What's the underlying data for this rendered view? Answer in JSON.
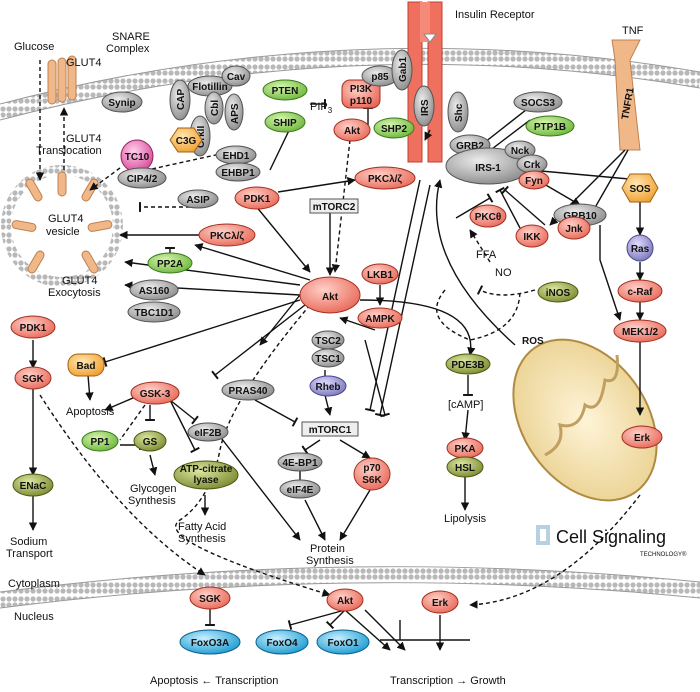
{
  "cell_labels": {
    "cytoplasm": "Cytoplasm",
    "nucleus": "Nucleus",
    "insulin_receptor": "Insulin Receptor",
    "tnf": "TNF",
    "glucose": "Glucose",
    "glut4_membrane": "GLUT4",
    "snare_complex_line1": "SNARE",
    "snare_complex_line2": "Complex",
    "glut4_translocation_line1": "GLUT4",
    "glut4_translocation_line2": "Translocation",
    "glut4_vesicle_line1": "GLUT4",
    "glut4_vesicle_line2": "vesicle",
    "glut4_exocytosis_line1": "GLUT4",
    "glut4_exocytosis_line2": "Exocytosis",
    "ros": "ROS",
    "ffa": "FFA",
    "no": "NO",
    "camp": "[cAMP]"
  },
  "logo": {
    "text": "Cell Signaling",
    "sub": "TECHNOLOGY®"
  },
  "colors": {
    "red_node": "#f08a80",
    "green_node": "#8ccf4e",
    "grey_node": "#a0a0a0",
    "olive_node": "#8d9a3c",
    "orange_node": "#f5b04a",
    "purple_node": "#8a86c4",
    "blue_node": "#38b0e0",
    "pink_node": "#e060a8",
    "receptor": "#f07060",
    "membrane": "#b8b8b8"
  },
  "nodes": {
    "synip": "Synip",
    "cap": "CAP",
    "flotillin": "Flotillin",
    "cbl": "Cbl",
    "aps": "APS",
    "cav": "Cav",
    "crkii": "CrkII",
    "c3g": "C3G",
    "tc10": "TC10",
    "cip42": "CIP4/2",
    "ehd1": "EHD1",
    "ehbp1": "EHBP1",
    "asip": "ASIP",
    "pp2a": "PP2A",
    "as160": "AS160",
    "tbc1d1": "TBC1D1",
    "pten": "PTEN",
    "ship": "SHIP",
    "pip3": "PIP",
    "pip3_sub": "3",
    "pi3k_1": "PI3K",
    "pi3k_2": "p110",
    "p85": "p85",
    "gab1": "Gab1",
    "akt_membrane": "Akt",
    "shp2": "SHP2",
    "irs_membrane": "IRS",
    "shc": "Shc",
    "socs3": "SOCS3",
    "ptp1b": "PTP1B",
    "tnfr1": "TNFR1",
    "grb2": "GRB2",
    "irs1": "IRS-1",
    "nck": "Nck",
    "crk": "Crk",
    "fyn": "Fyn",
    "sos": "SOS",
    "ras": "Ras",
    "craf": "c-Raf",
    "mek12": "MEK1/2",
    "erk": "Erk",
    "grb10": "GRB10",
    "pkc_theta": "PKCθ",
    "ikk": "IKK",
    "jnk": "Jnk",
    "inos": "iNOS",
    "pdk1": "PDK1",
    "pkc_lz_top": "PKCλ/ζ",
    "pkc_lz_left": "PKCλ/ζ",
    "mtorc2": "mTORC2",
    "akt_main": "Akt",
    "lkb1": "LKB1",
    "ampk": "AMPK",
    "tsc2": "TSC2",
    "tsc1": "TSC1",
    "rheb": "Rheb",
    "pras40": "PRAS40",
    "mtorc1": "mTORC1",
    "ebp1": "4E-BP1",
    "eif4e": "eIF4E",
    "p70_1": "p70",
    "p70_2": "S6K",
    "pde3b": "PDE3B",
    "pka": "PKA",
    "hsl": "HSL",
    "pdk1_left": "PDK1",
    "sgk_left": "SGK",
    "enac": "ENaC",
    "bad": "Bad",
    "gsk3": "GSK-3",
    "pp1": "PP1",
    "gs": "GS",
    "eif2b": "eIF2B",
    "atp_1": "ATP-citrate",
    "atp_2": "lyase",
    "sgk_nuc": "SGK",
    "akt_nuc": "Akt",
    "erk_nuc": "Erk",
    "foxo3a": "FoxO3A",
    "foxo4": "FoxO4",
    "foxo1": "FoxO1"
  },
  "outcomes": {
    "apoptosis": "Apoptosis",
    "glycogen_1": "Glycogen",
    "glycogen_2": "Synthesis",
    "fatty_1": "Fatty Acid",
    "fatty_2": "Synthesis",
    "protein_1": "Protein",
    "protein_2": "Synthesis",
    "lipolysis": "Lipolysis",
    "sodium_1": "Sodium",
    "sodium_2": "Transport",
    "apo_trans": "Apoptosis ← Transcription",
    "trans_growth": "Transcription → Growth"
  }
}
